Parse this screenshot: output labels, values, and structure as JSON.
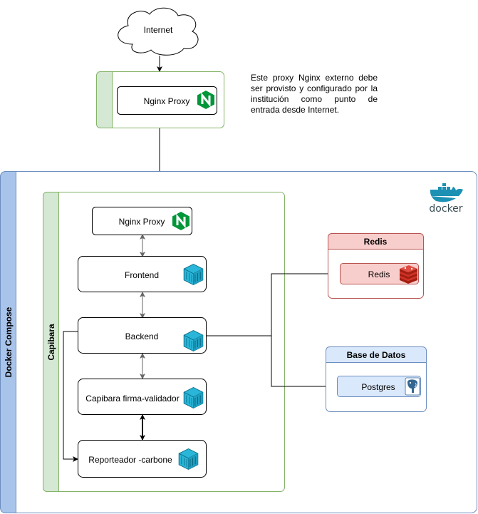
{
  "cloud": {
    "label": "Internet"
  },
  "external_proxy": {
    "label": "Nginx Proxy"
  },
  "note": {
    "text": "Este proxy Nginx externo debe ser provisto y configurado por la institución como punto de entrada desde Internet."
  },
  "docker_compose": {
    "label": "Docker Compose",
    "logo_text": "docker"
  },
  "capibara": {
    "label": "Capibara",
    "nodes": {
      "nginx": "Nginx Proxy",
      "frontend": "Frontend",
      "backend": "Backend",
      "validator": "Capibara firma-validador",
      "reporter": "Reporteador -carbone"
    }
  },
  "redis": {
    "title": "Redis",
    "item": "Redis"
  },
  "database": {
    "title": "Base de Datos",
    "item": "Postgres"
  },
  "colors": {
    "green_border": "#82b366",
    "green_fill": "#d5e8d4",
    "blue_border": "#6c8ebf",
    "blue_fill": "#dae8fc",
    "compose_fill": "#a9c4eb",
    "red_border": "#b85450",
    "red_fill": "#f8cecc",
    "nginx_green": "#009639",
    "docker_blue": "#1d91b4",
    "redis_red": "#c6302b"
  }
}
